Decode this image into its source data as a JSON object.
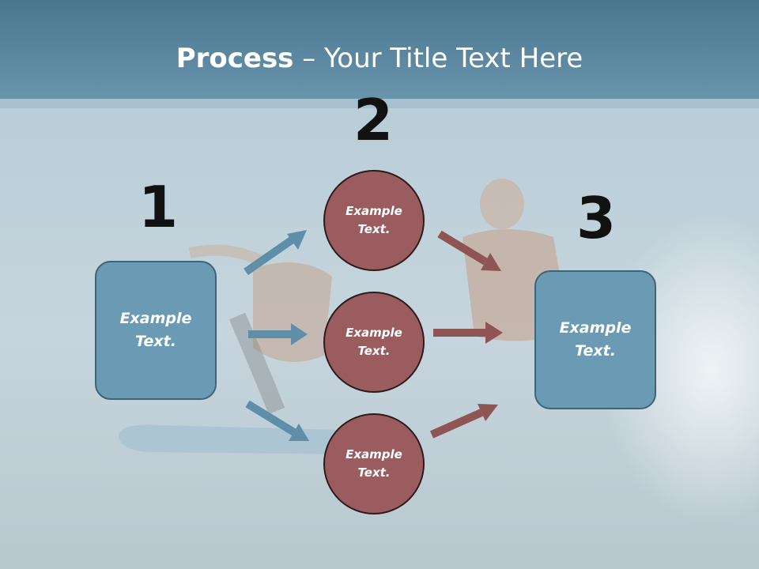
{
  "title": {
    "bold": "Process",
    "rest": " – Your Title Text Here"
  },
  "steps": {
    "one": "1",
    "two": "2",
    "three": "3"
  },
  "boxes": {
    "left": "Example\nText.",
    "right": "Example\nText."
  },
  "circles": {
    "top": "Example\nText.",
    "middle": "Example\nText.",
    "bottom": "Example\nText."
  },
  "colors": {
    "box_fill": "#6b9bb4",
    "circle_fill": "#9b5c5f",
    "arrow_blue": "#5e8ea8",
    "arrow_red": "#8f5555"
  }
}
